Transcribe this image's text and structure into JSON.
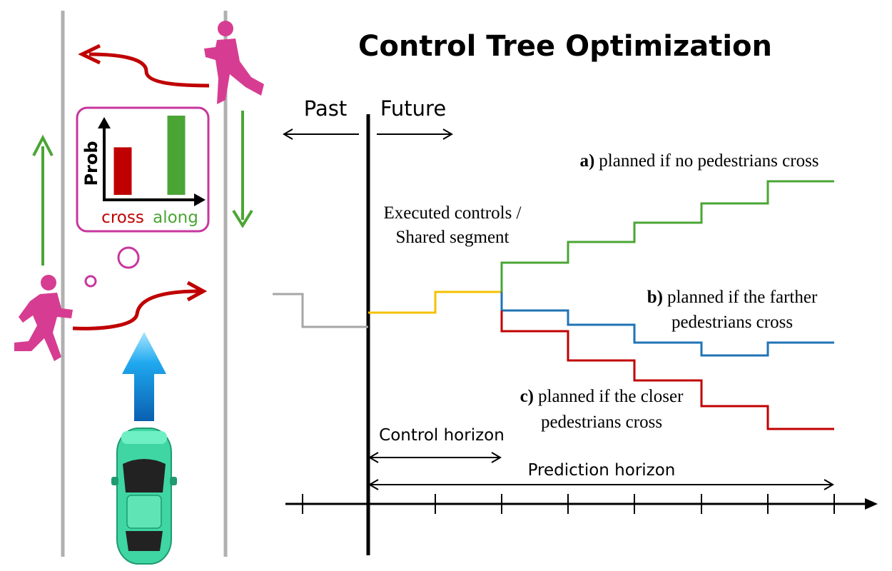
{
  "title": "Control Tree Optimization",
  "time_labels": {
    "past": "Past",
    "future": "Future"
  },
  "shared_label": {
    "line1": "Executed controls /",
    "line2": "Shared segment"
  },
  "branches": {
    "a": {
      "tag": "a)",
      "line1": "planned if no pedestrians cross",
      "line2": "",
      "color": "#4aa534"
    },
    "b": {
      "tag": "b)",
      "line1": "planned if the farther",
      "line2": "pedestrians cross",
      "color": "#1f73b5"
    },
    "c": {
      "tag": "c)",
      "line1": "planned if the closer",
      "line2": "pedestrians cross",
      "color": "#c00000"
    }
  },
  "horizons": {
    "control": "Control horizon",
    "prediction": "Prediction horizon"
  },
  "shared_color": "#f5c000",
  "past_color": "#a6a6a6",
  "prob_chart": {
    "ylabel": "Prob",
    "categories": [
      "cross",
      "along"
    ],
    "values": [
      0.6,
      1.0
    ],
    "colors": [
      "#c00000",
      "#4aa534"
    ],
    "frame_color": "#c8369e"
  },
  "icons": {
    "pedestrian_color": "#d63d92",
    "car_color": "#3fd6a3",
    "ego_arrow": "blue-up-arrow-icon"
  }
}
